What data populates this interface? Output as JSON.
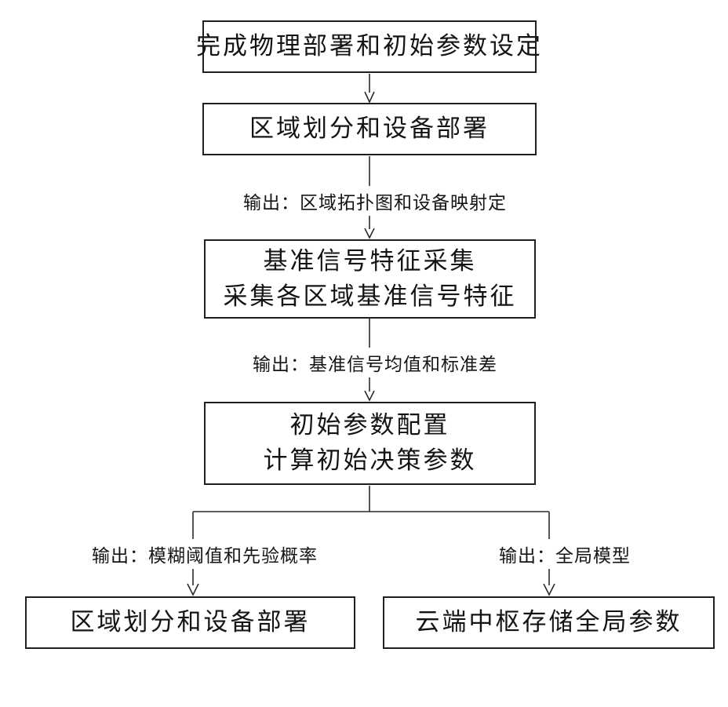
{
  "colors": {
    "background": "#ffffff",
    "line": "#2b2b2b",
    "box_border": "#1f1f1f",
    "text": "#141414"
  },
  "diagram": {
    "boxes": {
      "top": {
        "line1": "完成物理部署和初始参数设定"
      },
      "area_division": {
        "line1": "区域划分和设备部署"
      },
      "signal_collection": {
        "line1": "基准信号特征采集",
        "line2": "采集各区域基准信号特征"
      },
      "initial_config": {
        "line1": "初始参数配置",
        "line2": "计算初始决策参数"
      },
      "bottom_left": {
        "line1": "区域划分和设备部署"
      },
      "bottom_right": {
        "line1": "云端中枢存储全局参数"
      }
    },
    "edge_labels": {
      "topology": "输出：区域拓扑图和设备映射定",
      "mean_std": "输出：基准信号均值和标准差",
      "fuzzy": "输出：模糊阈值和先验概率",
      "global_model": "输出：全局模型"
    }
  }
}
